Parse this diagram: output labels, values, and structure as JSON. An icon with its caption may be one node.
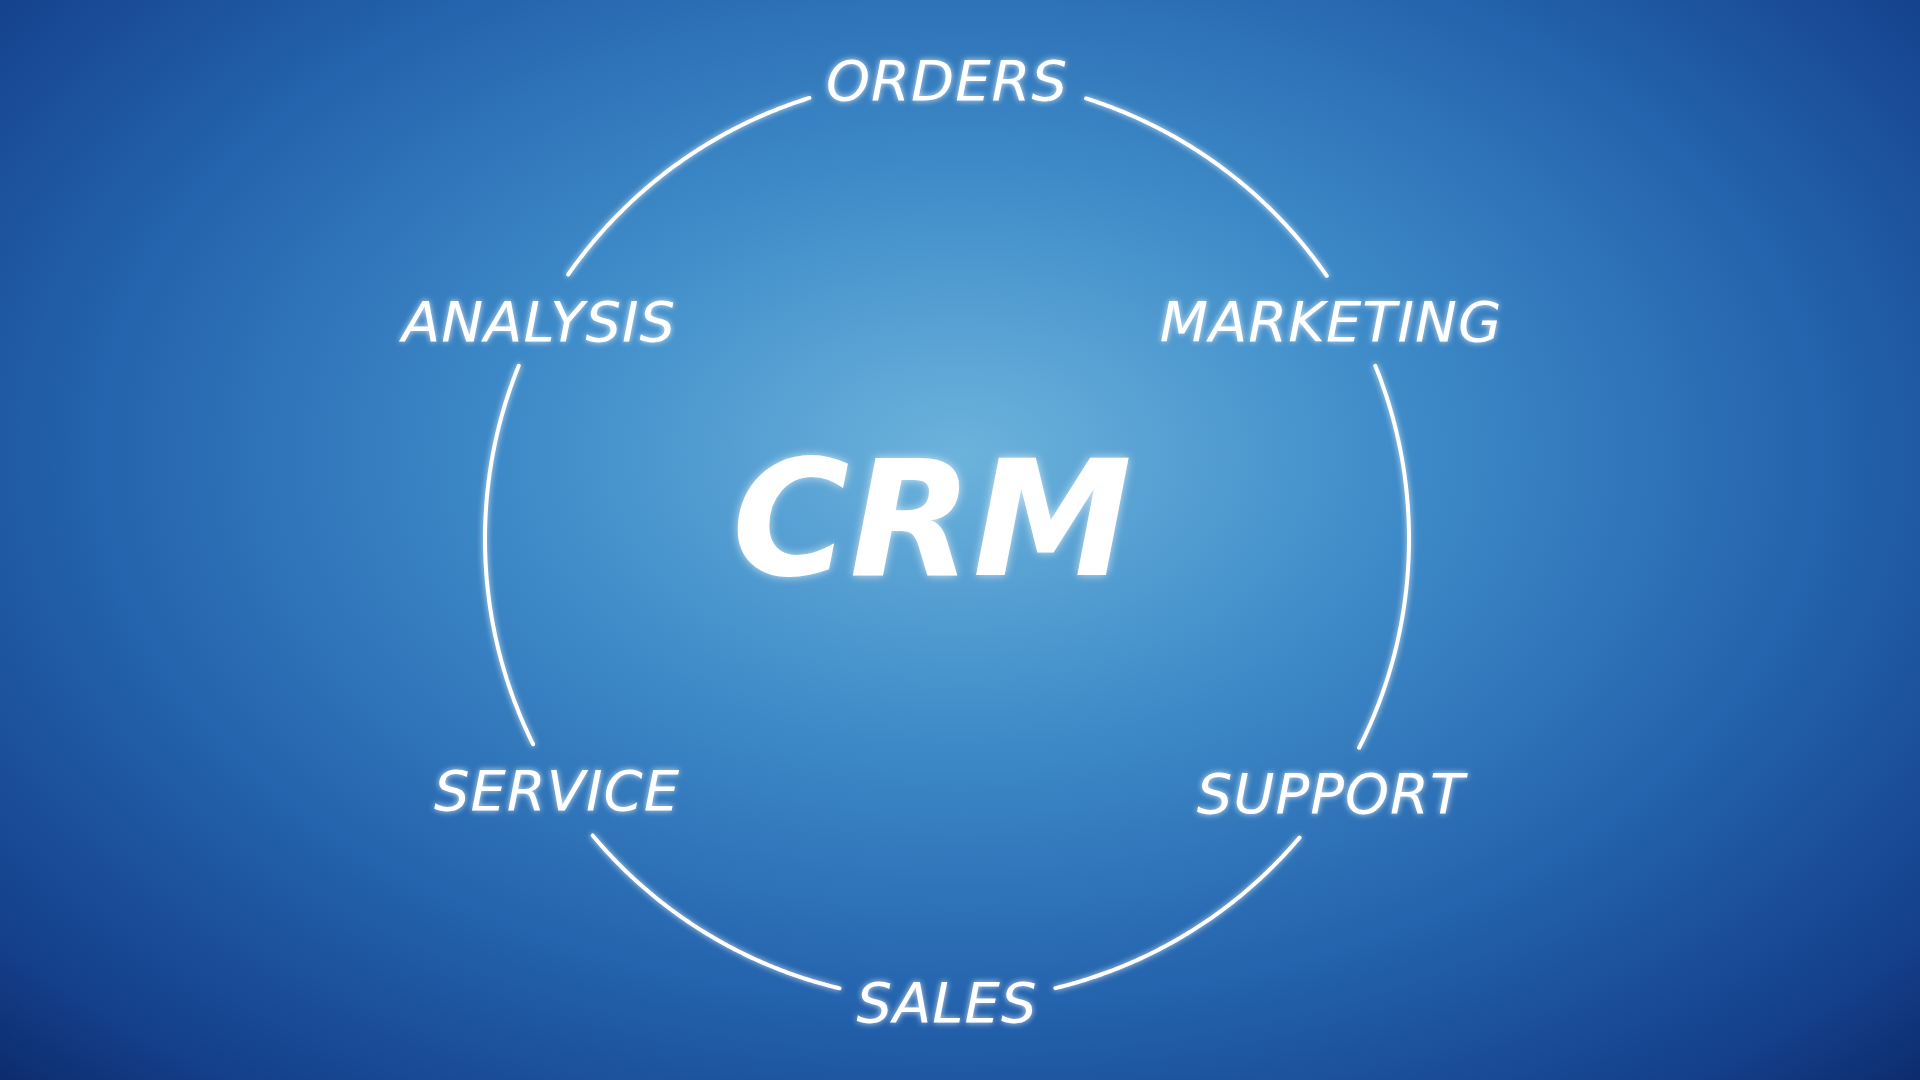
{
  "diagram": {
    "nodes": [
      {
        "text": [
          "ORDERS"
        ]
      },
      {
        "text": [
          "ANALYSIS"
        ]
      },
      {
        "text": [
          "MARKETING"
        ]
      },
      {
        "text": [
          "SERVICE"
        ]
      },
      {
        "text": [
          "SUPPORT"
        ]
      },
      {
        "text": [
          "SALES"
        ]
      }
    ],
    "edges": [
      {
        "from": 0,
        "to": 2,
        "arrow": "none"
      },
      {
        "from": 2,
        "to": 4,
        "arrow": "none"
      },
      {
        "from": 4,
        "to": 5,
        "arrow": "none"
      },
      {
        "from": 5,
        "to": 3,
        "arrow": "none"
      },
      {
        "from": 3,
        "to": 1,
        "arrow": "none"
      },
      {
        "from": 1,
        "to": 0,
        "arrow": "none"
      }
    ],
    "labels": [
      "CRM"
    ]
  }
}
